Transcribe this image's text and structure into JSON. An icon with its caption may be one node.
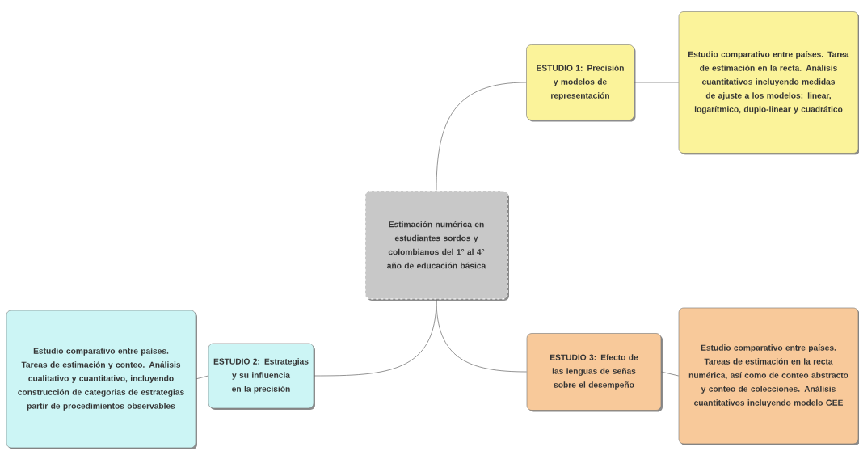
{
  "diagram": {
    "nodes": [
      {
        "text": [
          "Estimación numérica en estudiantes sordos y colombianos del 1° al 4° año de educación básica"
        ]
      },
      {
        "text": [
          "ESTUDIO 1: Precisión y modelos de representación"
        ]
      },
      {
        "text": [
          "Estudio comparativo entre países. Tarea de estimación en la recta. Análisis cuantitativos incluyendo medidas de ajuste a los modelos: linear, logarítmico, duplo-linear y cuadrático"
        ]
      },
      {
        "text": [
          "ESTUDIO 2: Estrategias y su influencia en la precisión"
        ]
      },
      {
        "text": [
          "Estudio comparativo entre países. Tareas de estimación y conteo. Análisis cualitativo y cuantitativo, incluyendo construcción de categorias de estrategias partir de procedimientos observables"
        ]
      },
      {
        "text": [
          "ESTUDIO 3: Efecto de las lenguas de señas sobre el desempeño"
        ]
      },
      {
        "text": [
          "Estudio comparativo entre países. Tareas de estimación en la recta numérica, así como de conteo abstracto y conteo de colecciones. Análisis cuantitativos incluyendo modelo GEE"
        ]
      }
    ],
    "edges": [
      {
        "from": 0,
        "to": 1,
        "arrow": "none"
      },
      {
        "from": 1,
        "to": 2,
        "arrow": "none"
      },
      {
        "from": 0,
        "to": 3,
        "arrow": "none"
      },
      {
        "from": 3,
        "to": 4,
        "arrow": "none"
      },
      {
        "from": 0,
        "to": 5,
        "arrow": "none"
      },
      {
        "from": 5,
        "to": 6,
        "arrow": "none"
      }
    ]
  }
}
